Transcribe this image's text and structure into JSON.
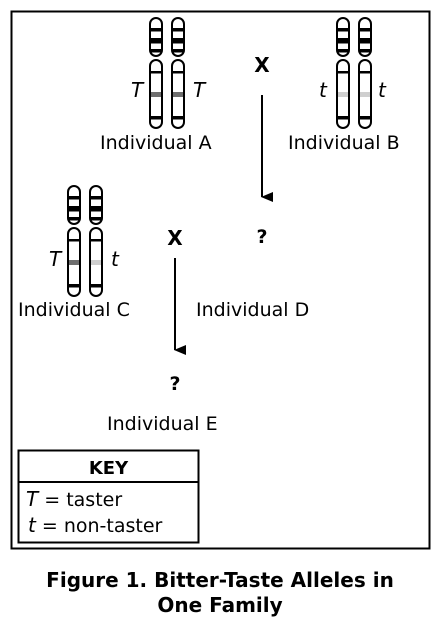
{
  "figure": {
    "caption_line1": "Figure 1. Bitter-Taste Alleles in",
    "caption_line2": "One Family"
  },
  "individuals": {
    "a": {
      "label": "Individual A",
      "allele_left": "T",
      "allele_right": "T"
    },
    "b": {
      "label": "Individual B",
      "allele_left": "t",
      "allele_right": "t"
    },
    "c": {
      "label": "Individual C",
      "allele_left": "T",
      "allele_right": "t"
    },
    "d": {
      "label": "Individual D",
      "unknown": "?"
    },
    "e": {
      "label": "Individual E",
      "unknown": "?"
    }
  },
  "crosses": {
    "top": "X",
    "middle": "X"
  },
  "key": {
    "title": "KEY",
    "entry1_symbol": "T",
    "entry1_text": " = taster",
    "entry2_symbol": "t",
    "entry2_text": " = non-taster"
  },
  "colors": {
    "dark_band": "#000000",
    "taster_band": "#6e6e6e",
    "non_taster_band": "#cfcfcf"
  }
}
